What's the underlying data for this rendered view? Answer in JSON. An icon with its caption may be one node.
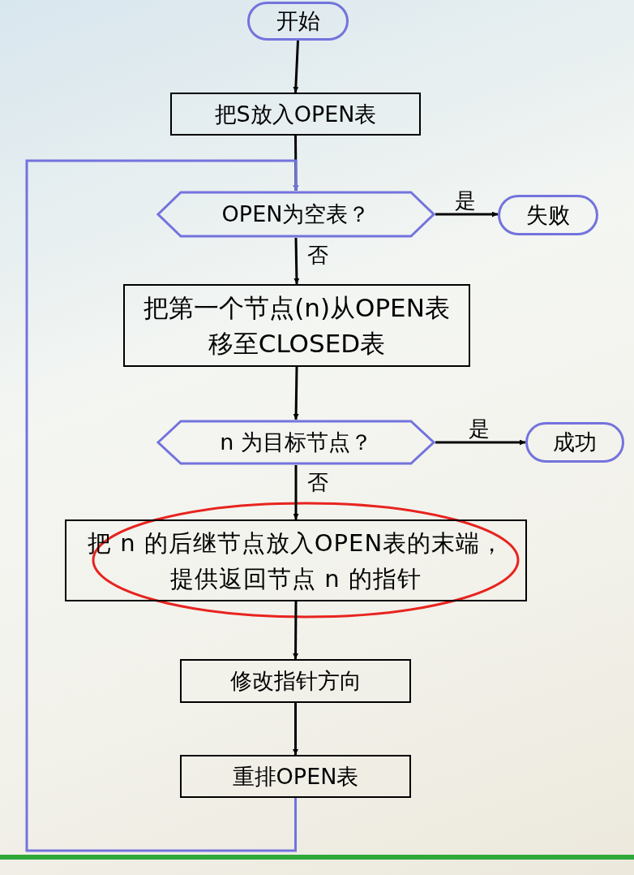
{
  "diagram": {
    "nodes": [
      {
        "text": [
          "开始"
        ]
      },
      {
        "text": [
          "把S放入OPEN表"
        ]
      },
      {
        "text": [
          "OPEN为空表？"
        ]
      },
      {
        "text": [
          "失败"
        ]
      },
      {
        "text": [
          "把第一个节点(n)从OPEN表移至CLOSED表"
        ]
      },
      {
        "text": [
          "n 为目标节点？"
        ]
      },
      {
        "text": [
          "成功"
        ]
      },
      {
        "text": [
          "把 n 的后继节点放入OPEN表的末端，提供返回节点 n 的指针"
        ]
      },
      {
        "text": [
          "修改指针方向"
        ]
      },
      {
        "text": [
          "重排OPEN表"
        ]
      }
    ],
    "edges": [
      {
        "from": 0,
        "to": 1,
        "arrow": "to"
      },
      {
        "from": 1,
        "to": 2,
        "arrow": "to"
      },
      {
        "from": 2,
        "to": 3,
        "arrow": "to",
        "label": "是"
      },
      {
        "from": 2,
        "to": 4,
        "arrow": "to",
        "label": "否"
      },
      {
        "from": 4,
        "to": 5,
        "arrow": "to"
      },
      {
        "from": 5,
        "to": 6,
        "arrow": "to",
        "label": "是"
      },
      {
        "from": 5,
        "to": 7,
        "arrow": "to",
        "label": "否"
      },
      {
        "from": 7,
        "to": 8,
        "arrow": "to"
      },
      {
        "from": 8,
        "to": 9,
        "arrow": "to"
      },
      {
        "from": 9,
        "to": 2,
        "arrow": "to",
        "color": "#7373dd"
      }
    ]
  }
}
